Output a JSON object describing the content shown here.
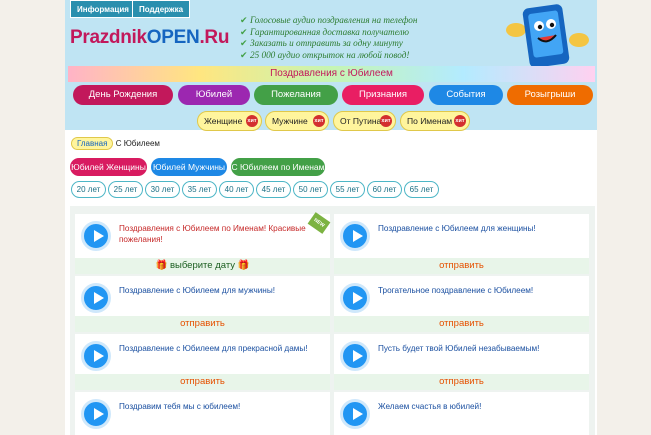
{
  "top_tabs": [
    "Информация",
    "Поддержка"
  ],
  "logo": {
    "part1": "Prazdnik",
    "part2": "OPEN",
    "part3": ".Ru"
  },
  "features": [
    "Голосовые аудио поздравления на телефон",
    "Гарантированная доставка получателю",
    "Заказать и отправить за одну минуту",
    "25 000 аудио открыток на любой повод!"
  ],
  "banner": "Поздравления с Юбилеем",
  "categories": [
    {
      "label": "День Рождения",
      "color": "#c2185b"
    },
    {
      "label": "Юбилей",
      "color": "#9c27b0"
    },
    {
      "label": "Пожелания",
      "color": "#43a047"
    },
    {
      "label": "Признания",
      "color": "#e91e63"
    },
    {
      "label": "События",
      "color": "#1e88e5"
    },
    {
      "label": "Розыгрыши",
      "color": "#ef6c00"
    }
  ],
  "pills": [
    {
      "label": "Женщине",
      "badge": "хит"
    },
    {
      "label": "Мужчине",
      "badge": "хит"
    },
    {
      "label": "От Путина",
      "badge": "хит"
    },
    {
      "label": "По Именам",
      "badge": "хит"
    }
  ],
  "breadcrumb": {
    "home": "Главная",
    "current": "С Юбилеем"
  },
  "subtabs": [
    {
      "label": "Юбилей Женщины",
      "color": "#d81b60"
    },
    {
      "label": "Юбилей Мужчины",
      "color": "#1e88e5"
    },
    {
      "label": "С Юбилеем по Именам",
      "color": "#43a047"
    }
  ],
  "ages": [
    "20 лет",
    "25 лет",
    "30 лет",
    "35 лет",
    "40 лет",
    "45 лет",
    "50 лет",
    "55 лет",
    "60 лет",
    "65 лет"
  ],
  "cards": [
    {
      "text": "Поздравления с Юбилеем по Именам! Красивые пожелания!",
      "style": "red",
      "badge": "NEW"
    },
    {
      "text": "Поздравление с Юбилеем для женщины!",
      "style": "blue"
    },
    {
      "text": "Поздравление с Юбилеем для мужчины!",
      "style": "blue"
    },
    {
      "text": "Трогательное поздравление с Юбилеем!",
      "style": "blue"
    },
    {
      "text": "Поздравление с Юбилеем для прекрасной дамы!",
      "style": "blue"
    },
    {
      "text": "Пусть будет твой Юбилей незабываемым!",
      "style": "blue"
    },
    {
      "text": "Поздравим тебя мы с юбилеем!",
      "style": "blue"
    },
    {
      "text": "Желаем счастья в юбилей!",
      "style": "blue"
    }
  ],
  "actions": {
    "select_date": "выберите дату",
    "send": "отправить"
  }
}
